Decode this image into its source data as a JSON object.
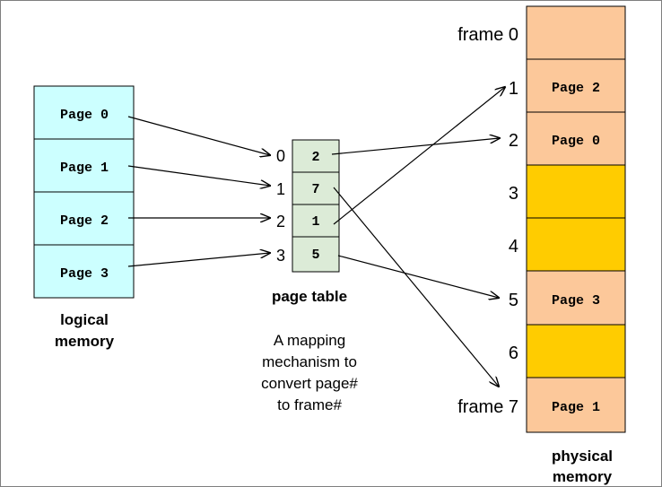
{
  "logical_memory": {
    "label_line1": "logical",
    "label_line2": "memory",
    "pages": [
      "Page 0",
      "Page 1",
      "Page 2",
      "Page 3"
    ]
  },
  "page_table": {
    "label": "page table",
    "indices": [
      "0",
      "1",
      "2",
      "3"
    ],
    "frames": [
      "2",
      "7",
      "1",
      "5"
    ],
    "description": [
      "A mapping",
      "mechanism to",
      "convert page#",
      "to frame#"
    ]
  },
  "physical_memory": {
    "label_line1": "physical",
    "label_line2": "memory",
    "frame_labels": [
      "frame 0",
      "1",
      "2",
      "3",
      "4",
      "5",
      "6",
      "frame 7"
    ],
    "contents": [
      "",
      "Page 2",
      "Page 0",
      "",
      "",
      "Page 3",
      "",
      "Page 1"
    ]
  },
  "colors": {
    "logical_fill": "#ccffff",
    "page_table_fill": "#dcebd7",
    "used_frame_fill": "#fcc89a",
    "free_frame_fill": "#ffcc00",
    "stroke": "#000000"
  }
}
